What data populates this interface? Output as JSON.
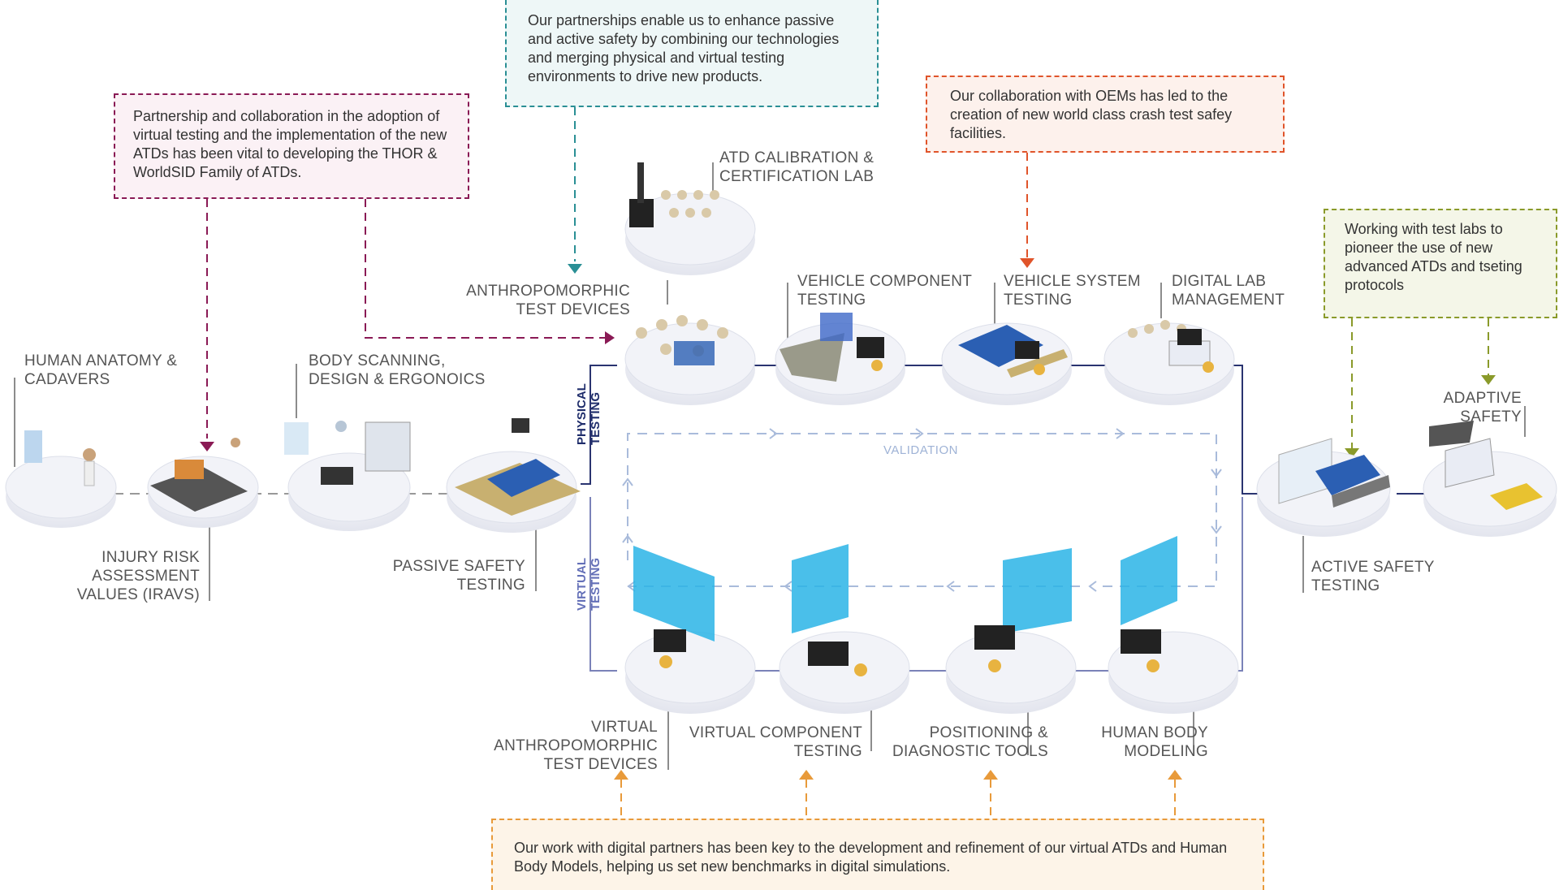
{
  "callouts": {
    "partnership": "Partnership and collaboration  in the adoption of virtual testing and the implementation of the new ATDs has been vital to developing the THOR & WorldSID Family of ATDs.",
    "physical_virtual": "Our partnerships enable us to enhance passive and active safety by combining our technologies and merging physical and virtual testing environments to drive new products.",
    "oems": "Our collaboration with OEMs has led to the creation of new world class crash test safey facilities.",
    "test_labs": "Working with test labs to pioneer the use of new advanced ATDs and tseting protocols",
    "digital": "Our work with digital partners has been key to the development and refinement of our virtual ATDs and Human Body Models, helping us set new benchmarks in digital simulations."
  },
  "labels": {
    "human_anatomy": [
      "HUMAN ANATOMY &",
      "CADAVERS"
    ],
    "body_scanning": [
      "BODY SCANNING,",
      "DESIGN & ERGONOICS"
    ],
    "injury_risk": [
      "INJURY RISK",
      "ASSESSMENT",
      "VALUES (IRAVS)"
    ],
    "passive_safety": [
      "PASSIVE SAFETY",
      "TESTING"
    ],
    "atd_calibration": [
      "ATD CALIBRATION &",
      "CERTIFICATION LAB"
    ],
    "anthropomorphic": [
      "ANTHROPOMORPHIC",
      "TEST DEVICES"
    ],
    "vehicle_component": [
      "VEHICLE COMPONENT",
      "TESTING"
    ],
    "vehicle_system": [
      "VEHICLE SYSTEM",
      "TESTING"
    ],
    "digital_lab": [
      "DIGITAL LAB",
      "MANAGEMENT"
    ],
    "adaptive_safety": [
      "ADAPTIVE",
      "SAFETY"
    ],
    "active_safety": [
      "ACTIVE SAFETY",
      "TESTING"
    ],
    "virtual_anthropomorphic": [
      "VIRTUAL",
      "ANTHROPOMORPHIC",
      "TEST DEVICES"
    ],
    "virtual_component": [
      "VIRTUAL COMPONENT",
      "TESTING"
    ],
    "positioning": [
      "POSITIONING &",
      "DIAGNOSTIC TOOLS"
    ],
    "human_body": [
      "HUMAN BODY",
      "MODELING"
    ]
  },
  "axis": {
    "physical": [
      "PHYSICAL",
      "TESTING"
    ],
    "virtual": [
      "VIRTUAL",
      "TESTING"
    ]
  },
  "validation_label": "VALIDATION",
  "colors": {
    "partnership": "#8a1a55",
    "physical_virtual": "#2a8f95",
    "oems": "#e0542a",
    "test_labs": "#8a9a2a",
    "digital": "#e89a3a",
    "physical_axis": "#1f2d6b",
    "virtual_axis": "#6470b8",
    "validation": "#9fb3d6"
  }
}
